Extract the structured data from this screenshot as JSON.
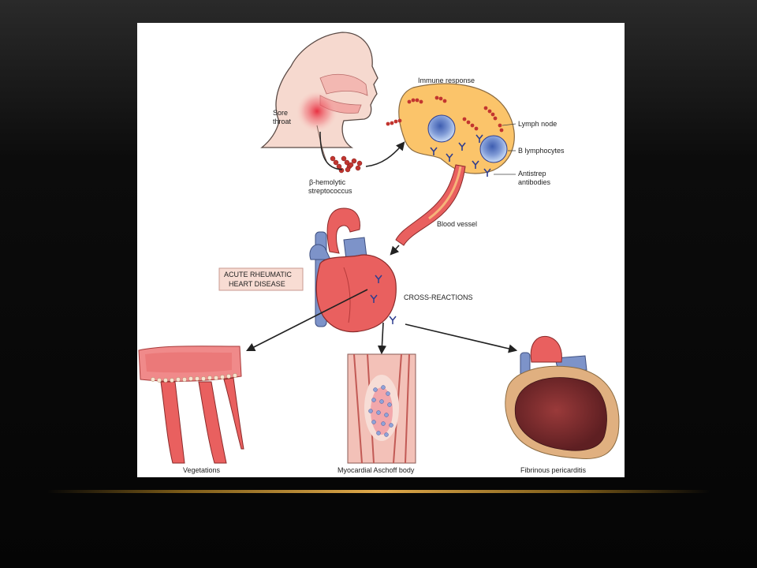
{
  "labels": {
    "sore_throat_1": "Sore",
    "sore_throat_2": "throat",
    "strep_1": "β-hemolytic",
    "strep_2": "streptococcus",
    "immune_response": "Immune response",
    "lymph_node": "Lymph node",
    "b_lymphocytes": "B lymphocytes",
    "antistrep_1": "Antistrep",
    "antistrep_2": "antibodies",
    "blood_vessel": "Blood vessel",
    "disease_1": "ACUTE RHEUMATIC",
    "disease_2": "HEART DISEASE",
    "cross_reactions": "CROSS-REACTIONS",
    "vegetations": "Vegetations",
    "aschoff": "Myocardial Aschoff body",
    "pericarditis": "Fibrinous pericarditis"
  },
  "colors": {
    "lymph_node": "#fbc46a",
    "heart": "#e9605f",
    "vessel_blue": "#7d93c9",
    "strep": "#c2352f",
    "antibody": "#2e3d8f",
    "disease_box": "#f8dcd3"
  }
}
